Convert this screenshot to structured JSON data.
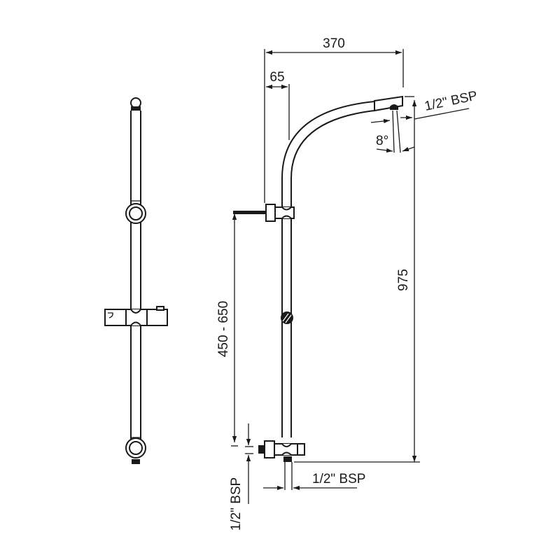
{
  "drawing": {
    "title": "Shower riser rail - technical dimension drawing",
    "line_color": "#1a1a1a",
    "background": "#ffffff"
  },
  "dimensions": {
    "top_width": "370",
    "arm_offset": "65",
    "overall_height": "975",
    "adjust_range": "450 - 650",
    "outlet_thread": "1/2\" BSP",
    "angle": "8°",
    "bottom_thread": "1/2\" BSP",
    "side_inlet_thread": "1/2\" BSP"
  },
  "views": {
    "front_view": "front-elevation",
    "side_view": "side-elevation"
  }
}
